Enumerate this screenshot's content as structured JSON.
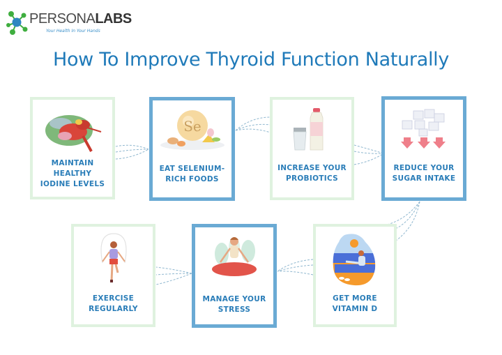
{
  "brand": {
    "name_light": "PERSONA",
    "name_bold": "LABS",
    "tagline": "Your Health In Your Hands",
    "colors": {
      "hub": "#2e86c1",
      "nodes": "#3fae3f",
      "text": "#444444"
    }
  },
  "title": "How To Improve Thyroid Function Naturally",
  "colors": {
    "title": "#1f7ab9",
    "label": "#2a7db8",
    "border_green": "#dff2df",
    "border_blue": "#6aaad4",
    "connector": "#8fb7cf"
  },
  "steps": [
    {
      "order": 1,
      "label_line1": "MAINTAIN",
      "label_line2": "HEALTHY",
      "label_line3": "IODINE LEVELS",
      "icon": "seafood-icon",
      "style": "green"
    },
    {
      "order": 2,
      "label_line1": "EAT SELENIUM-",
      "label_line2": "RICH FOODS",
      "icon": "selenium-foods-icon",
      "style": "blue"
    },
    {
      "order": 3,
      "label_line1": "INCREASE YOUR",
      "label_line2": "PROBIOTICS",
      "icon": "probiotic-drink-icon",
      "style": "green"
    },
    {
      "order": 4,
      "label_line1": "REDUCE YOUR",
      "label_line2": "SUGAR INTAKE",
      "icon": "sugar-cubes-icon",
      "style": "blue"
    },
    {
      "order": 5,
      "label_line1": "GET MORE",
      "label_line2": "VITAMIN D",
      "icon": "sunbathing-icon",
      "style": "green"
    },
    {
      "order": 6,
      "label_line1": "MANAGE YOUR",
      "label_line2": "STRESS",
      "icon": "meditation-icon",
      "style": "blue"
    },
    {
      "order": 7,
      "label_line1": "EXERCISE",
      "label_line2": "REGULARLY",
      "icon": "jump-rope-icon",
      "style": "green"
    }
  ]
}
